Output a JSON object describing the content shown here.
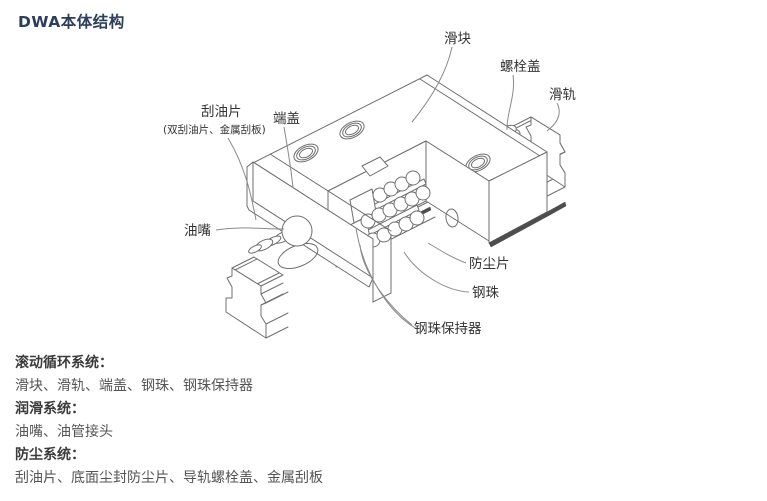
{
  "page": {
    "title": "DWA本体结构",
    "title_color": "#2c3e5d",
    "background": "#ffffff",
    "line_color": "#6f6f6f",
    "seal_strip_color": "#4d4d4d",
    "label_color": "#333333"
  },
  "diagram": {
    "name": "DWA linear guide exploded structure drawing",
    "labels": {
      "slider": {
        "text": "滑块"
      },
      "bolt_cover": {
        "text": "螺栓盖"
      },
      "rail": {
        "text": "滑轨"
      },
      "oil_scraper": {
        "text": "刮油片",
        "sub": "(双刮油片、金属刮板)"
      },
      "end_cap": {
        "text": "端盖"
      },
      "oil_nozzle": {
        "text": "油嘴"
      },
      "dust_sheet": {
        "text": "防尘片"
      },
      "steel_ball": {
        "text": "钢珠"
      },
      "ball_retainer": {
        "text": "钢珠保持器"
      }
    }
  },
  "systems": [
    {
      "heading": "滚动循环系统：",
      "items": "滑块、滑轨、端盖、钢珠、钢珠保持器"
    },
    {
      "heading": "润滑系统：",
      "items": "油嘴、油管接头"
    },
    {
      "heading": "防尘系统：",
      "items": "刮油片、底面尘封防尘片、导轨螺栓盖、金属刮板"
    }
  ]
}
